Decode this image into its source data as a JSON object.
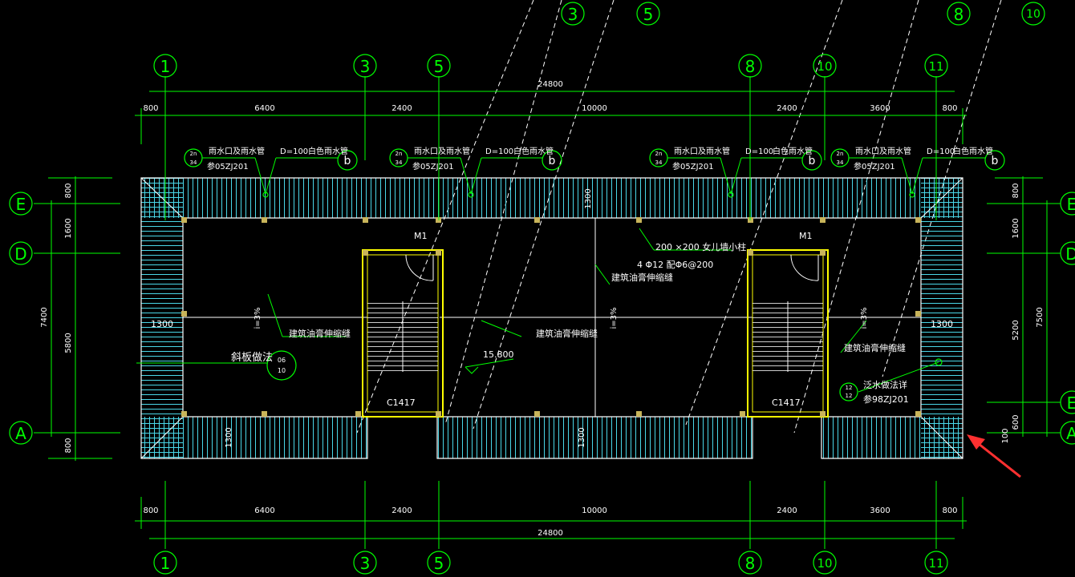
{
  "colors": {
    "background": "#000000",
    "grid": "#00ff00",
    "wall": "#ffff00",
    "roof": "#4ad7e8",
    "text": "#ffffff",
    "arrow": "#ff3030",
    "column": "#c8b45a"
  },
  "grid_top": {
    "bubble_1": "1",
    "bubble_3": "3",
    "bubble_5": "5",
    "bubble_8": "8",
    "bubble_10": "10",
    "bubble_11": "11"
  },
  "grid_bottom": {
    "bubble_1": "1",
    "bubble_3": "3",
    "bubble_5": "5",
    "bubble_8": "8",
    "bubble_10": "10",
    "bubble_11": "11"
  },
  "grid_far": {
    "bubble_3": "3",
    "bubble_5": "5",
    "bubble_8": "8",
    "bubble_10": "10"
  },
  "grid_left": {
    "E": "E",
    "D": "D",
    "A": "A"
  },
  "grid_right": {
    "E1": "E",
    "D": "D",
    "E2": "E",
    "A": "A"
  },
  "dims_top": {
    "total": "24800",
    "seg_800a": "800",
    "seg_6400": "6400",
    "seg_2400a": "2400",
    "seg_10000": "10000",
    "seg_2400b": "2400",
    "seg_3600": "3600",
    "seg_800b": "800"
  },
  "dims_bottom": {
    "total": "24800",
    "seg_800a": "800",
    "seg_6400": "6400",
    "seg_2400a": "2400",
    "seg_10000": "10000",
    "seg_2400b": "2400",
    "seg_3600": "3600",
    "seg_800b": "800"
  },
  "dims_left": {
    "overall": "7400",
    "seg_800a": "800",
    "seg_1600": "1600",
    "seg_5800": "5800",
    "seg_800b": "800"
  },
  "dims_right": {
    "overall": "7500",
    "seg_800": "800",
    "seg_1600": "1600",
    "seg_5200": "5200",
    "seg_600": "600",
    "seg_100": "100"
  },
  "notes": {
    "rain_outlet": "雨水口及雨水管",
    "rain_ref": "参05ZJ201",
    "pipe_dia": "D=100",
    "white_pipe": "白色雨水管",
    "pipe_tag": "b",
    "detail_top": "2n",
    "detail_bottom": "34",
    "expansion_joint": "建筑油膏伸缩缝",
    "parapet_col": "200 ×200 女儿墙小柱",
    "parapet_rebar": "4 Φ12 配Φ6@200",
    "slope_method": "斜板做法",
    "slope_ref_top": "06",
    "slope_ref_bottom": "10",
    "door": "M1",
    "window": "C1417",
    "elevation": "15.800",
    "slope": "i=3%",
    "dim_1300": "1300",
    "waterproof": "泛水做法详",
    "waterproof_ref": "参98ZJ201",
    "wp_top": "12",
    "wp_bottom": "12"
  }
}
